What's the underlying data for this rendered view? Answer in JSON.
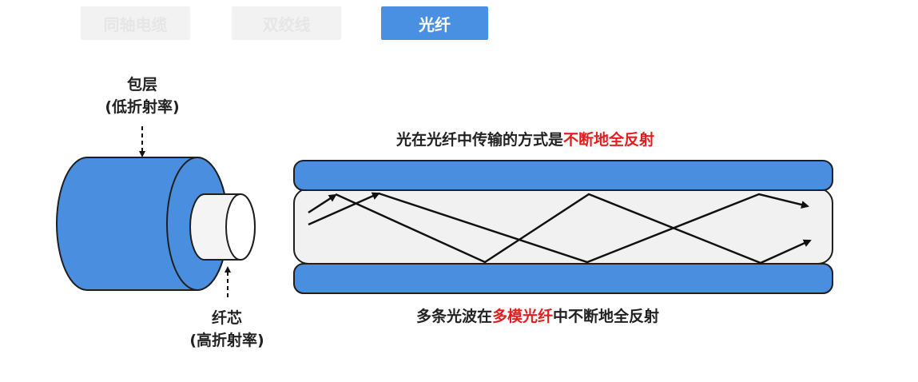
{
  "tabs": [
    {
      "label": "同轴电缆",
      "active": false
    },
    {
      "label": "双绞线",
      "active": false
    },
    {
      "label": "光纤",
      "active": true
    }
  ],
  "labels": {
    "cladding_title": "包层",
    "cladding_note": "(低折射率)",
    "core_title": "纤芯",
    "core_note": "(高折射率)"
  },
  "caption_top": {
    "prefix": "光在光纤中传输的方式是",
    "highlight": "不断地全反射"
  },
  "caption_bottom": {
    "prefix": "多条光波在",
    "highlight": "多模光纤",
    "suffix": "中不断地全反射"
  },
  "colors": {
    "fiber_blue": "#4a8ee0",
    "accent_red": "#e41e1e",
    "tab_active": "#4a90e2"
  }
}
